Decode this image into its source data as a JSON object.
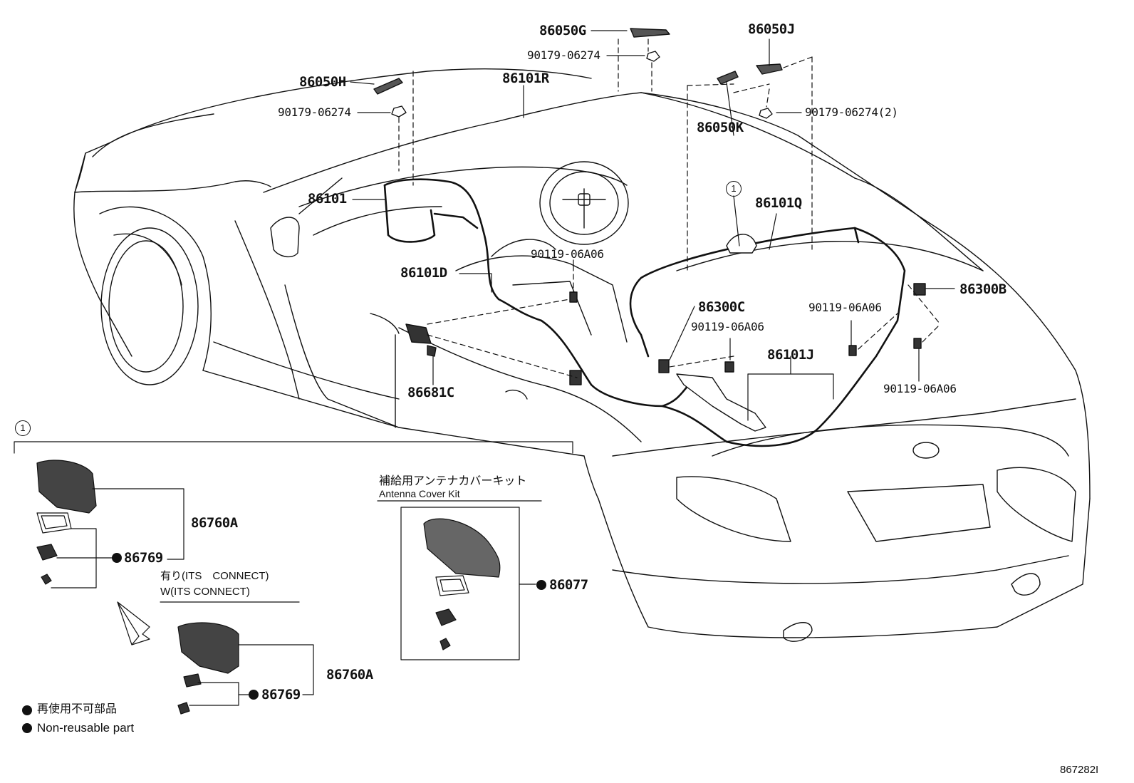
{
  "diagram_code": "867282I",
  "callouts": {
    "c_86050G": "86050G",
    "c_90179_G": "90179-06274",
    "c_86050J": "86050J",
    "c_86050H": "86050H",
    "c_90179_H": "90179-06274",
    "c_86101R": "86101R",
    "c_90179_2": "90179-06274(2)",
    "c_86050K": "86050K",
    "c_86101": "86101",
    "c_86101Q": "86101Q",
    "c_90119_a": "90119-06A06",
    "c_86101D": "86101D",
    "c_86300B": "86300B",
    "c_86300C": "86300C",
    "c_90119_b": "90119-06A06",
    "c_90119_c": "90119-06A06",
    "c_86101J": "86101J",
    "c_90119_d": "90119-06A06",
    "c_86681C": "86681C",
    "c_86760A_1": "86760A",
    "c_86769_1": "86769",
    "c_86077": "86077",
    "c_86760A_2": "86760A",
    "c_86769_2": "86769"
  },
  "ref_mark": "1",
  "notes": {
    "its_jp": "有り(ITS　CONNECT)",
    "its_en": "W(ITS CONNECT)",
    "kit_jp": "補給用アンテナカバーキット",
    "kit_en": "Antenna Cover Kit",
    "legend_jp": "再使用不可部品",
    "legend_en": "Non-reusable part"
  }
}
